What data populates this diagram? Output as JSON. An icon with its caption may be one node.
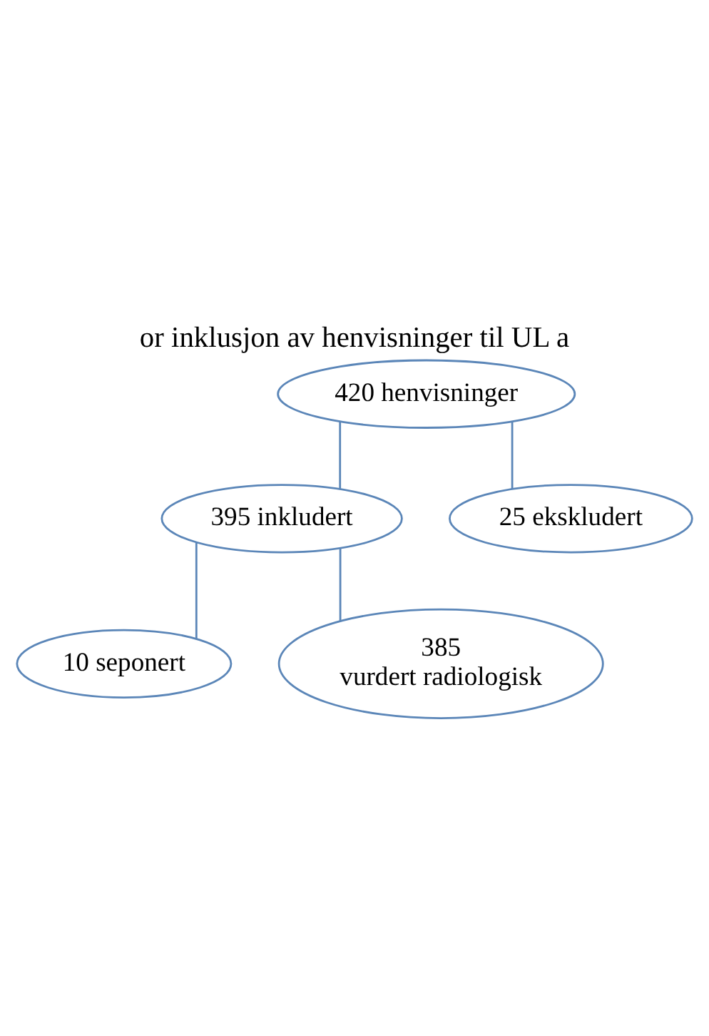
{
  "diagram": {
    "title": "or inklusjon av henvisninger til UL a",
    "nodes": [
      {
        "text": [
          "420 henvisninger"
        ]
      },
      {
        "text": [
          "395 inkludert"
        ]
      },
      {
        "text": [
          "25 ekskludert"
        ]
      },
      {
        "text": [
          "10 seponert"
        ]
      },
      {
        "text": [
          "385 vurdert radiologisk"
        ]
      }
    ],
    "edges": [
      {
        "from": 0,
        "to": 1,
        "arrow": "none"
      },
      {
        "from": 0,
        "to": 2,
        "arrow": "none"
      },
      {
        "from": 1,
        "to": 3,
        "arrow": "none"
      },
      {
        "from": 1,
        "to": 4,
        "arrow": "none"
      }
    ]
  }
}
